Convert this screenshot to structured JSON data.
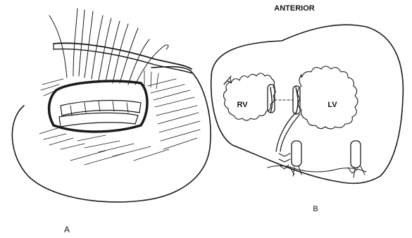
{
  "panels": [
    {
      "id": "A",
      "label": "A"
    },
    {
      "id": "B",
      "label": "B"
    }
  ],
  "panel_b": {
    "heading": "ANTERIOR",
    "left_chamber": "RV",
    "right_chamber": "LV"
  },
  "colors": {
    "ink": "#1a1a1a",
    "background": "#ffffff"
  }
}
